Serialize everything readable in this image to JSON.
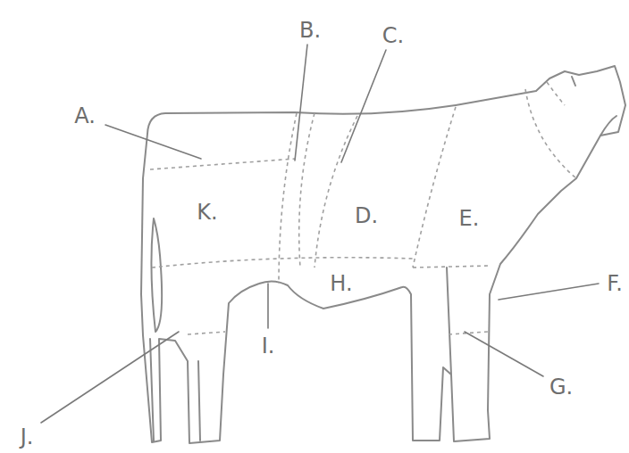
{
  "diagram": {
    "labels": [
      "A.",
      "B.",
      "C.",
      "D.",
      "E.",
      "F.",
      "G.",
      "H.",
      "I.",
      "J.",
      "K."
    ]
  }
}
